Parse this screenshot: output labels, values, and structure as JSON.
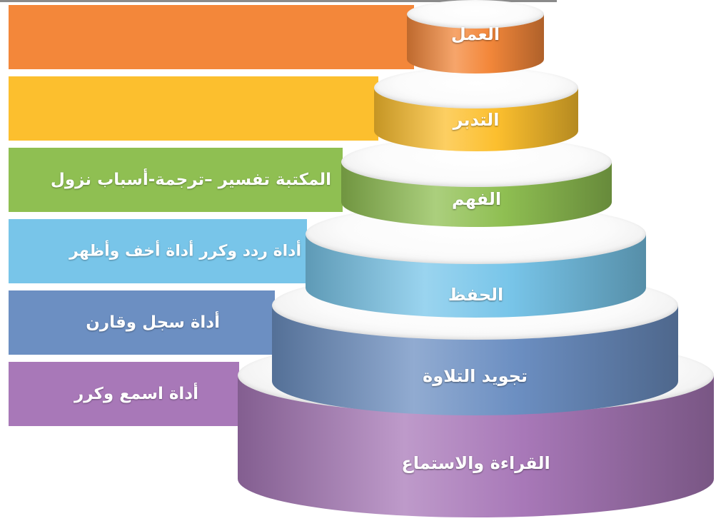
{
  "levels": [
    {
      "label": "العمل",
      "note": "",
      "color": "#f3873a"
    },
    {
      "label": "التدبر",
      "note": "",
      "color": "#fcbf2e"
    },
    {
      "label": "الفهم",
      "note": "المكتبة  تفسير –ترجمة-أسباب نزول",
      "color": "#8fbf52"
    },
    {
      "label": "الحفظ",
      "note": "أداة ردد وكرر     أداة أخف وأظهر",
      "color": "#78c5e9"
    },
    {
      "label": "تجويد التلاوة",
      "note": "أداة سجل وقارن",
      "color": "#6c8fc2"
    },
    {
      "label": "القراءة والاستماع",
      "note": "أداة اسمع وكرر",
      "color": "#a878b8"
    }
  ]
}
